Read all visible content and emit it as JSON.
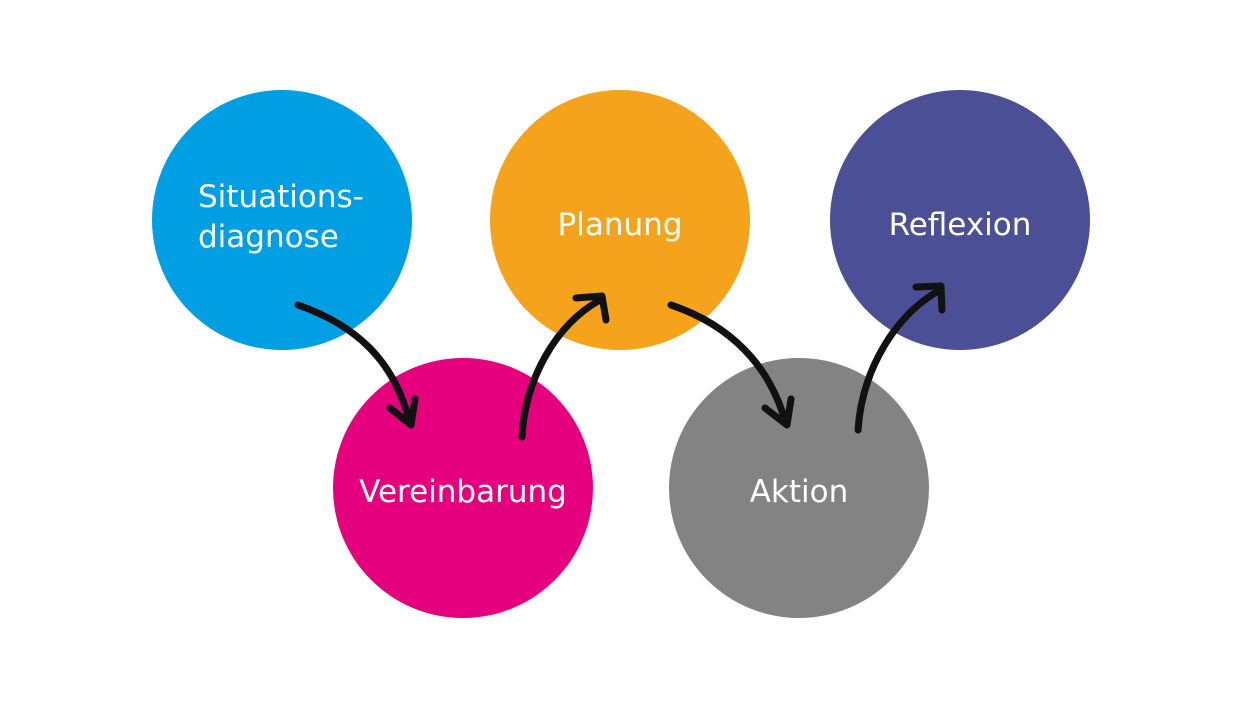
{
  "nodes": [
    {
      "id": "n1",
      "label": "Situations-\ndiagnose",
      "color": "#009fe3"
    },
    {
      "id": "n2",
      "label": "Vereinbarung",
      "color": "#e5007d"
    },
    {
      "id": "n3",
      "label": "Planung",
      "color": "#f5a31c"
    },
    {
      "id": "n4",
      "label": "Aktion",
      "color": "#838383"
    },
    {
      "id": "n5",
      "label": "Reflexion",
      "color": "#4b4f96"
    }
  ],
  "arrow_color": "#111111"
}
